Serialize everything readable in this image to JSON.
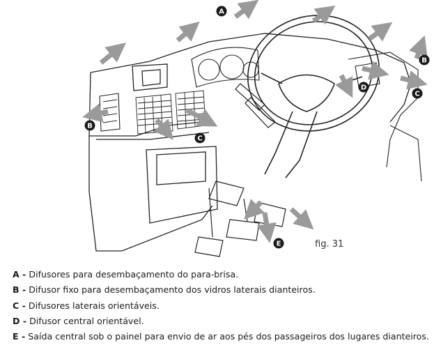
{
  "figure": {
    "caption": "fig. 31",
    "badges": {
      "A": "A",
      "B": "B",
      "C": "C",
      "D": "D",
      "E": "E"
    }
  },
  "legend": [
    {
      "key": "A -",
      "text": "Difusores para desembaçamento do para-brisa."
    },
    {
      "key": "B -",
      "text": "Difusor fixo para desembaçamento dos vidros laterais dianteiros."
    },
    {
      "key": "C -",
      "text": "Difusores laterais orientáveis."
    },
    {
      "key": "D -",
      "text": "Difusor central orientável."
    },
    {
      "key": "E -",
      "text": "Saída central sob o painel para envio de ar aos pés dos passageiros dos lugares dianteiros."
    }
  ]
}
